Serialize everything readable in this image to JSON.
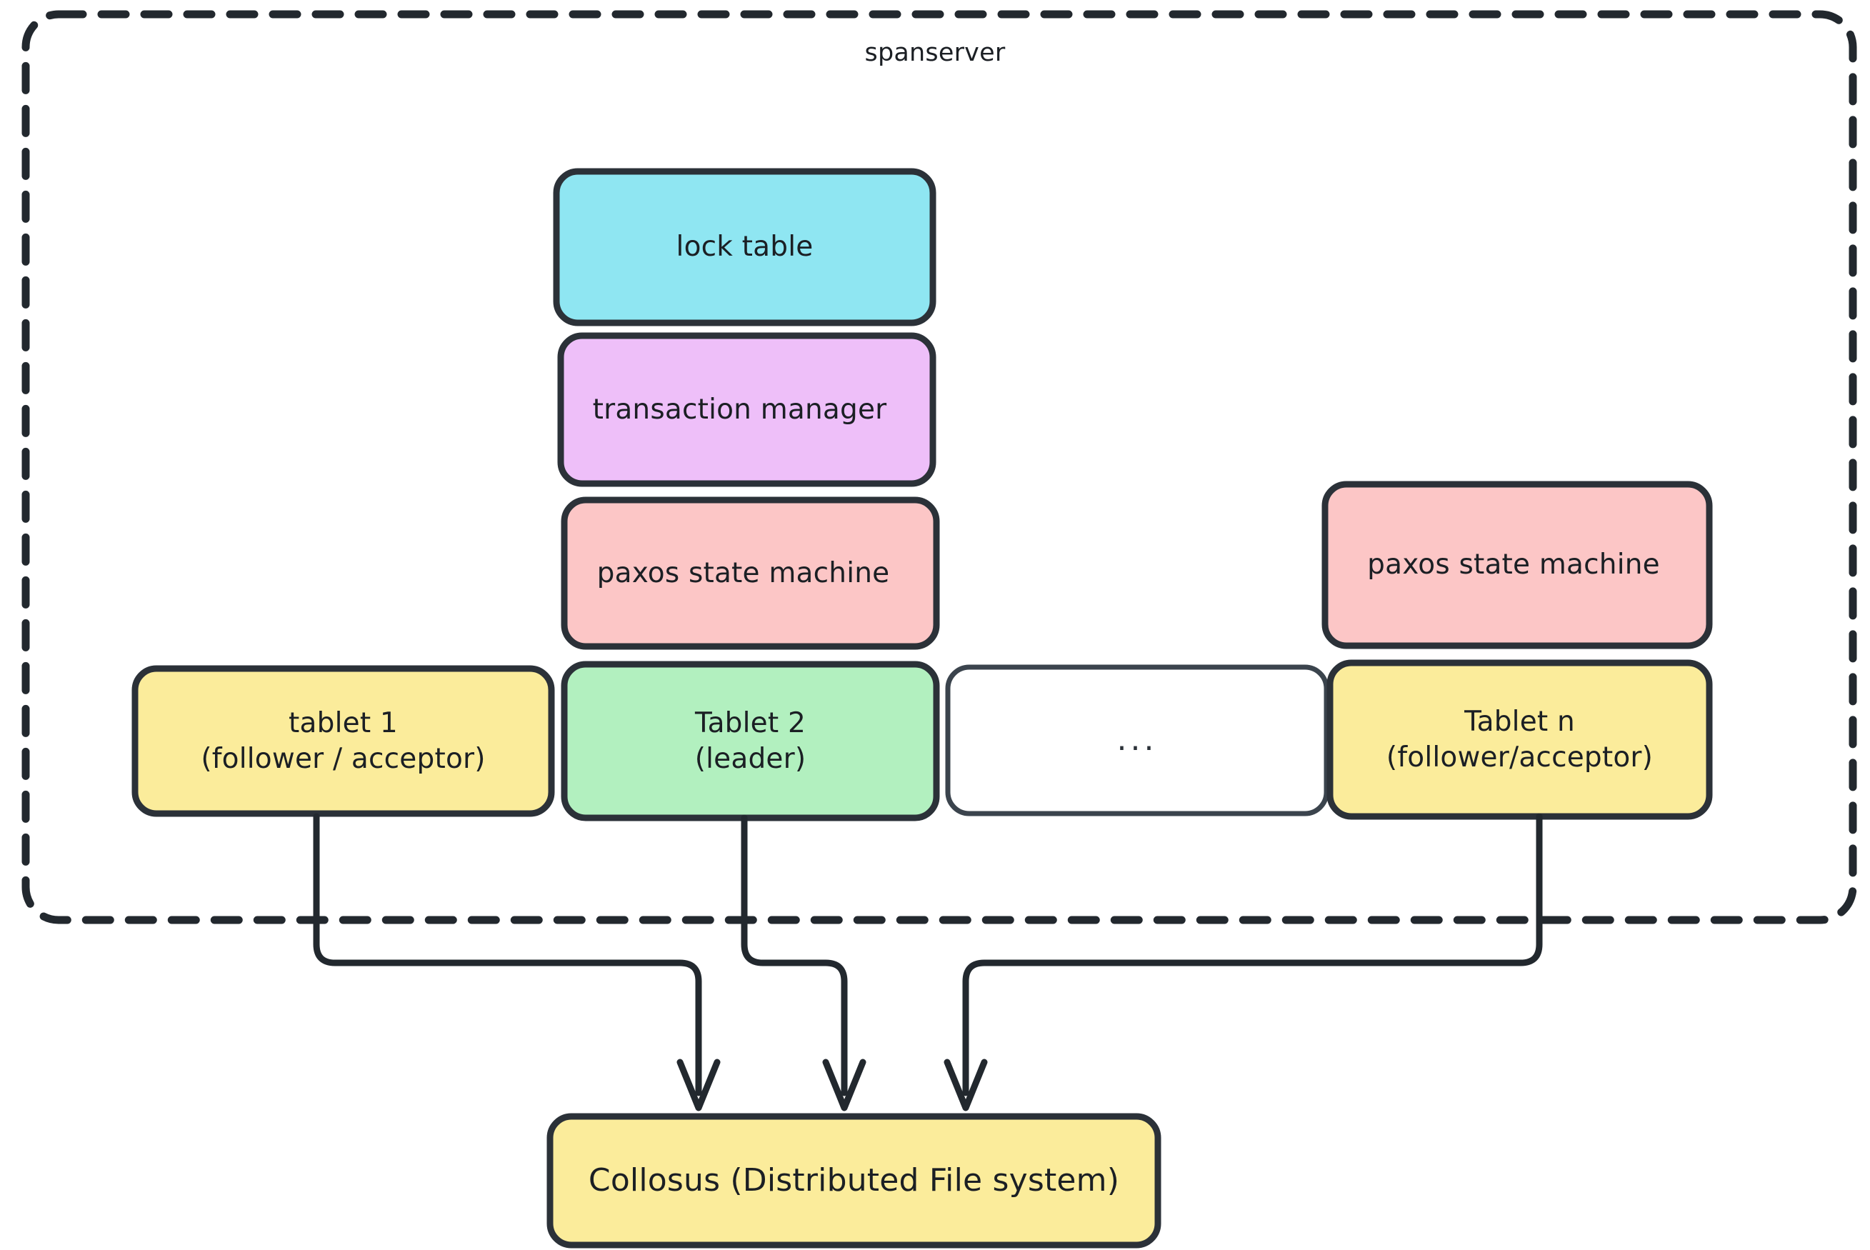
{
  "diagram": {
    "container": {
      "label": "spanserver",
      "border_style": "dashed",
      "border_color": "#22282e"
    },
    "nodes": [
      {
        "id": "lock-table",
        "label": "lock table",
        "fill": "#8FE6F2",
        "stroke": "#2b3138"
      },
      {
        "id": "transaction-manager",
        "label": "transaction manager",
        "fill": "#EEBFF9",
        "stroke": "#2b3138"
      },
      {
        "id": "paxos-state-machine-center",
        "label": "paxos state machine",
        "fill": "#FCC6C6",
        "stroke": "#2b3138"
      },
      {
        "id": "paxos-state-machine-right",
        "label": "paxos state machine",
        "fill": "#FCC6C6",
        "stroke": "#2b3138"
      },
      {
        "id": "tablet-1",
        "label": "tablet 1\n(follower / acceptor)",
        "fill": "#FBEC9B",
        "stroke": "#2b3138"
      },
      {
        "id": "tablet-2",
        "label": "Tablet 2\n(leader)",
        "fill": "#B2F0BF",
        "stroke": "#2b3138"
      },
      {
        "id": "tablet-ellipsis",
        "label": "...",
        "fill": "#ffffff",
        "stroke": "#3b444d"
      },
      {
        "id": "tablet-n",
        "label": "Tablet n\n(follower/acceptor)",
        "fill": "#FBEC9B",
        "stroke": "#2b3138"
      },
      {
        "id": "collosus",
        "label": "Collosus (Distributed File system)",
        "fill": "#FBEC9B",
        "stroke": "#2b3138"
      }
    ],
    "edges": [
      {
        "id": "edge-tablet1-collosus",
        "from": "tablet-1",
        "to": "collosus",
        "arrow": "to"
      },
      {
        "id": "edge-tablet2-collosus",
        "from": "tablet-2",
        "to": "collosus",
        "arrow": "to"
      },
      {
        "id": "edge-tabletn-collosus",
        "from": "tablet-n",
        "to": "collosus",
        "arrow": "to"
      }
    ]
  }
}
